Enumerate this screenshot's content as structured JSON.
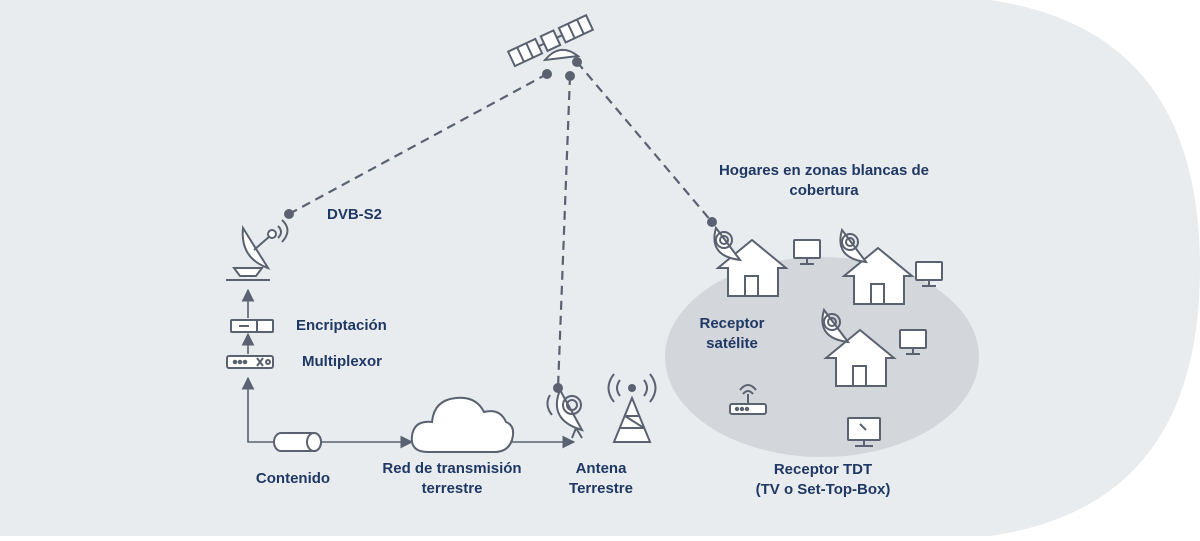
{
  "colors": {
    "label": "#1f3864",
    "icon": "#5a6170",
    "background_shape": "#e9ecef",
    "coverage_zone": "#d3d6da",
    "dashed_link": "#5a6170"
  },
  "labels": {
    "dvb_s2": "DVB-S2",
    "encryption": "Encriptación",
    "multiplexer": "Multiplexor",
    "content": "Contenido",
    "network": {
      "line1": "Red de transmisión",
      "line2": "terrestre"
    },
    "antenna": {
      "line1": "Antena",
      "line2": "Terrestre"
    },
    "homes": {
      "line1": "Hogares en zonas blancas de",
      "line2": "cobertura"
    },
    "satellite_receiver": {
      "line1": "Receptor",
      "line2": "satélite"
    },
    "tdt_receiver": {
      "line1": "Receptor TDT",
      "line2": "(TV o Set-Top-Box)"
    }
  },
  "icons": [
    "satellite-icon",
    "uplink-dish-icon",
    "encryption-device-icon",
    "multiplexer-device-icon",
    "content-storage-icon",
    "cloud-icon",
    "receiving-dish-icon",
    "transmission-tower-icon",
    "house-icon",
    "monitor-icon",
    "router-icon"
  ]
}
